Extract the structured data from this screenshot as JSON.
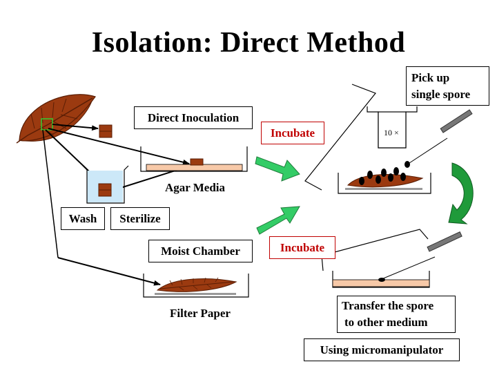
{
  "title": "Isolation: Direct Method",
  "labels": {
    "direct_inoculation": "Direct Inoculation",
    "agar_media": "Agar Media",
    "wash": "Wash",
    "sterilize": "Sterilize",
    "moist_chamber": "Moist Chamber",
    "filter_paper": "Filter Paper",
    "incubate_top": "Incubate",
    "incubate_bottom": "Incubate",
    "pick_up_line1": "Pick up",
    "pick_up_line2": "single spore",
    "magnification": "10 ×",
    "transfer_line1": "Transfer the spore",
    "transfer_line2": "to other medium",
    "micromanipulator": "Using micromanipulator"
  },
  "colors": {
    "leaf": "#9b3a10",
    "leaf_vein": "#5a1e05",
    "agar": "#f7c9a8",
    "wash_water": "#cce8f8",
    "arrow_green": "#33cc66",
    "curved_arrow": "#1f9a3a",
    "incubate_text": "#c00000",
    "spore": "#000000"
  }
}
